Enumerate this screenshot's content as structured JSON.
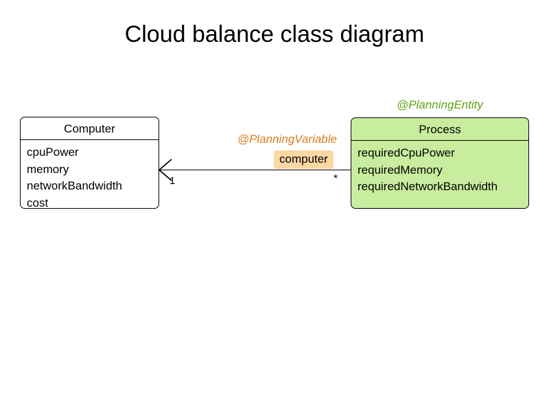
{
  "title": "Cloud balance class diagram",
  "classes": {
    "computer": {
      "name": "Computer",
      "attributes": [
        "cpuPower",
        "memory",
        "networkBandwidth",
        "cost"
      ],
      "fill_color": "#ffffff",
      "border_color": "#000000"
    },
    "process": {
      "name": "Process",
      "attributes": [
        "requiredCpuPower",
        "requiredMemory",
        "requiredNetworkBandwidth"
      ],
      "fill_color": "#c8ed9e",
      "border_color": "#000000"
    }
  },
  "annotations": {
    "planning_entity": {
      "label": "@PlanningEntity",
      "color": "#5ea314"
    },
    "planning_variable": {
      "label": "@PlanningVariable",
      "color": "#dd7d1f"
    }
  },
  "association": {
    "variable_name": "computer",
    "variable_name_bg": "#fbd7a3",
    "source_multiplicity": "1",
    "target_multiplicity": "*",
    "arrow_style": "open-arrowhead-left"
  }
}
